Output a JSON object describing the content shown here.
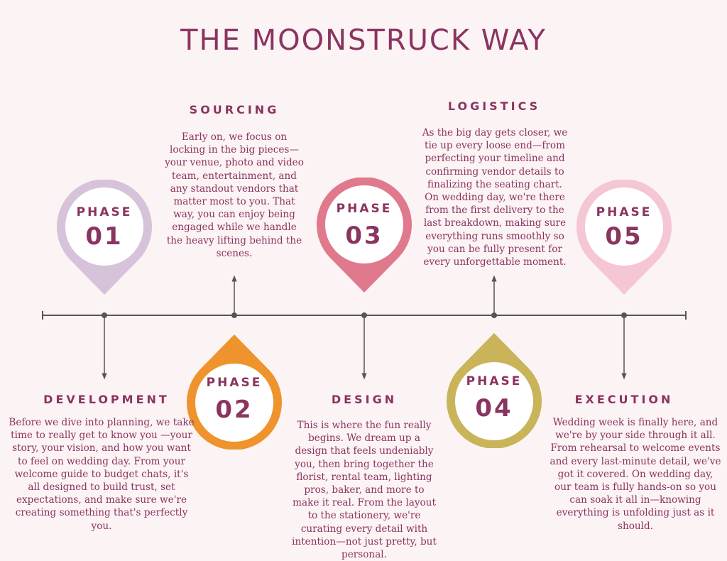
{
  "title": "THE MOONSTRUCK WAY",
  "phase_label": "PHASE",
  "colors": {
    "background": "#fcf3f4",
    "text": "#8a3460",
    "line": "#555555",
    "phase1": "#d6c3d9",
    "phase2": "#ef932d",
    "phase3": "#e0798c",
    "phase4": "#c9b45a",
    "phase5": "#f5c6d4"
  },
  "phases": [
    {
      "number": "01",
      "name": "DEVELOPMENT",
      "description": "Before we dive into planning, we take time to really get to know you —your story, your vision, and how you want to feel on wedding day. From your welcome guide to budget chats, it's all designed to build trust, set expectations, and make sure we're creating something that's perfectly you."
    },
    {
      "number": "02",
      "name": "SOURCING",
      "description": "Early on, we focus on locking in the big pieces—your venue, photo and video team, entertainment, and any standout vendors that matter most to you. That way, you can enjoy being engaged while we handle the heavy lifting behind the scenes."
    },
    {
      "number": "03",
      "name": "DESIGN",
      "description": "This is where the fun really begins. We dream up a design that feels undeniably you, then bring together the florist, rental team, lighting pros, baker, and more to make it real. From the layout to the stationery, we're curating every detail with intention—not just pretty, but personal."
    },
    {
      "number": "04",
      "name": "LOGISTICS",
      "description": "As the big day gets closer, we tie up every loose end—from perfecting your timeline and confirming vendor details to finalizing the seating chart. On wedding day, we're there from the first delivery to the last breakdown, making sure everything runs smoothly so you can be fully present for every unforgettable moment."
    },
    {
      "number": "05",
      "name": "EXECUTION",
      "description": "Wedding week is finally here, and we're by your side through it all. From rehearsal to welcome events and every last-minute detail, we've got it covered. On wedding day, our team is fully hands-on so you can soak it all in—knowing everything is unfolding just as it should."
    }
  ]
}
